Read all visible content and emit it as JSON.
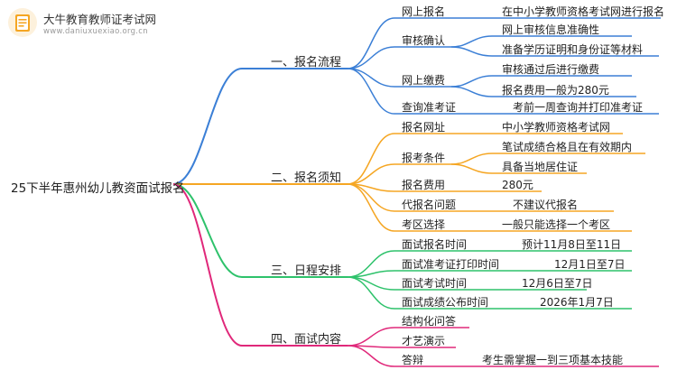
{
  "header": {
    "site_name": "大牛教育教师证考试网",
    "site_url": "www.daniuxuexiao.org.cn"
  },
  "mindmap": {
    "root": "25下半年惠州幼儿教资面试报名",
    "branches": [
      {
        "label": "一、报名流程",
        "color": "#3b7fd6",
        "children": [
          {
            "label": "网上报名",
            "leaves": [
              "在中小学教师资格考试网进行报名"
            ]
          },
          {
            "label": "审核确认",
            "leaves": [
              "网上审核信息准确性",
              "准备学历证明和身份证等材料"
            ]
          },
          {
            "label": "网上缴费",
            "leaves": [
              "审核通过后进行缴费",
              "报名费用一般为280元"
            ]
          },
          {
            "label": "查询准考证",
            "leaves": [
              "考前一周查询并打印准考证"
            ]
          }
        ]
      },
      {
        "label": "二、报名须知",
        "color": "#f5a623",
        "children": [
          {
            "label": "报名网址",
            "leaves": [
              "中小学教师资格考试网"
            ]
          },
          {
            "label": "报考条件",
            "leaves": [
              "笔试成绩合格且在有效期内",
              "具备当地居住证"
            ]
          },
          {
            "label": "报名费用",
            "leaves": [
              "280元"
            ]
          },
          {
            "label": "代报名问题",
            "leaves": [
              "不建议代报名"
            ]
          },
          {
            "label": "考区选择",
            "leaves": [
              "一般只能选择一个考区"
            ]
          }
        ]
      },
      {
        "label": "三、日程安排",
        "color": "#2ec26b",
        "children": [
          {
            "label": "面试报名时间",
            "leaves": [
              "预计11月8日至11日"
            ]
          },
          {
            "label": "面试准考证打印时间",
            "leaves": [
              "12月1日至7日"
            ]
          },
          {
            "label": "面试考试时间",
            "leaves": [
              "12月6日至7日"
            ]
          },
          {
            "label": "面试成绩公布时间",
            "leaves": [
              "2026年1月7日"
            ]
          }
        ]
      },
      {
        "label": "四、面试内容",
        "color": "#e0287a",
        "children": [
          {
            "label": "结构化问答",
            "leaves": []
          },
          {
            "label": "才艺演示",
            "leaves": []
          },
          {
            "label": "答辩",
            "leaves": [
              "考生需掌握一到三项基本技能"
            ]
          }
        ]
      }
    ]
  }
}
